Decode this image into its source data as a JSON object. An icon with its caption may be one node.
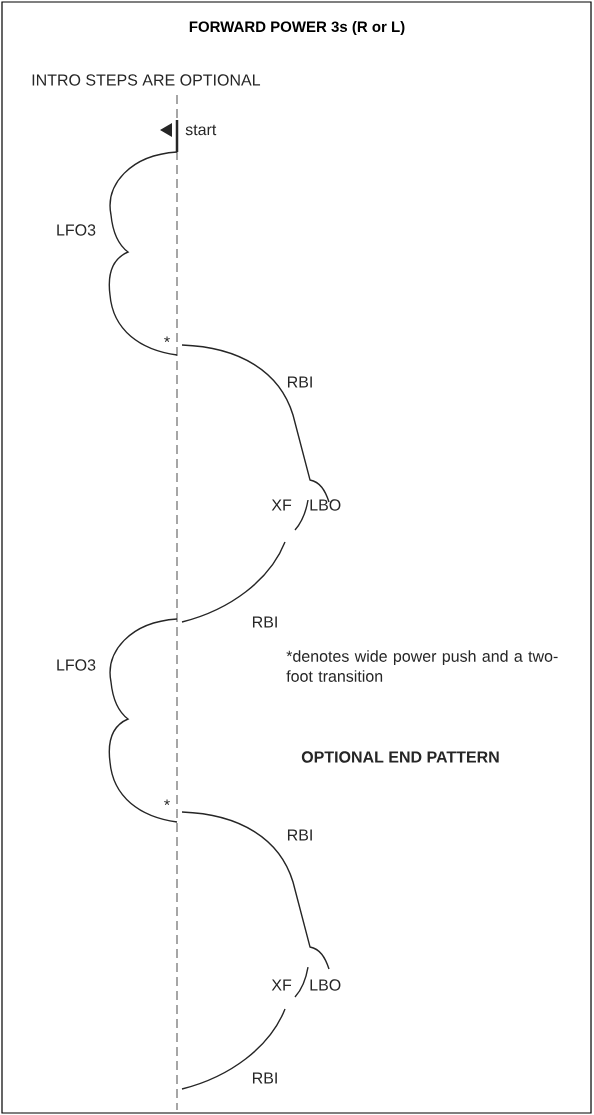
{
  "diagram": {
    "title": "FORWARD POWER 3s (R or L)",
    "labels": [
      "INTRO STEPS ARE OPTIONAL",
      "start",
      "LFO3",
      "*",
      "RBI",
      "XF",
      "LBO",
      "RBI",
      "*denotes wide power push and a two-foot transition",
      "LFO3",
      "OPTIONAL END PATTERN",
      "*",
      "RBI",
      "XF",
      "LBO",
      "RBI"
    ]
  }
}
